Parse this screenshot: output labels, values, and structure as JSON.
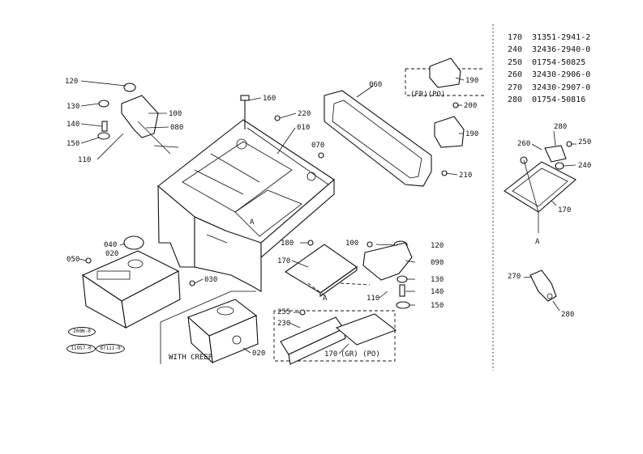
{
  "parts_table": [
    {
      "ref": "170",
      "part": "31351-2941-2"
    },
    {
      "ref": "240",
      "part": "32436-2940-0"
    },
    {
      "ref": "250",
      "part": "01754-50825"
    },
    {
      "ref": "260",
      "part": "32430-2906-0"
    },
    {
      "ref": "270",
      "part": "32430-2907-0"
    },
    {
      "ref": "280",
      "part": "01754-50816"
    }
  ],
  "callouts": {
    "c120a": "120",
    "c130a": "130",
    "c140a": "140",
    "c150a": "150",
    "c110a": "110",
    "c100a": "100",
    "c080": "080",
    "c160": "160",
    "c220": "220",
    "c010": "010",
    "c070": "070",
    "c060": "060",
    "c210": "210",
    "c190a": "190",
    "c190b": "190",
    "c200": "200",
    "c040": "040",
    "c050": "050",
    "c020a": "020",
    "c030": "030",
    "c020b": "020",
    "c180": "180",
    "c170a": "170",
    "c100b": "100",
    "c120b": "120",
    "c090": "090",
    "c130b": "130",
    "c140b": "140",
    "c150b": "150",
    "c110b": "110",
    "c255": "255",
    "c230": "230",
    "c170b": "170",
    "c280a": "280",
    "c260": "260",
    "c250": "250",
    "c240": "240",
    "c170c": "170",
    "c270": "270",
    "c280b": "280",
    "markA1": "A",
    "markA2": "A",
    "markA3": "A"
  },
  "notes": {
    "frpo": "(FR)(PO)",
    "with_creep": "WITH CREEP",
    "gr_po": "(GR) (PO)"
  },
  "ovals": {
    "o1": "200N-0",
    "o2": "11957-0",
    "o3": "87111-0"
  }
}
